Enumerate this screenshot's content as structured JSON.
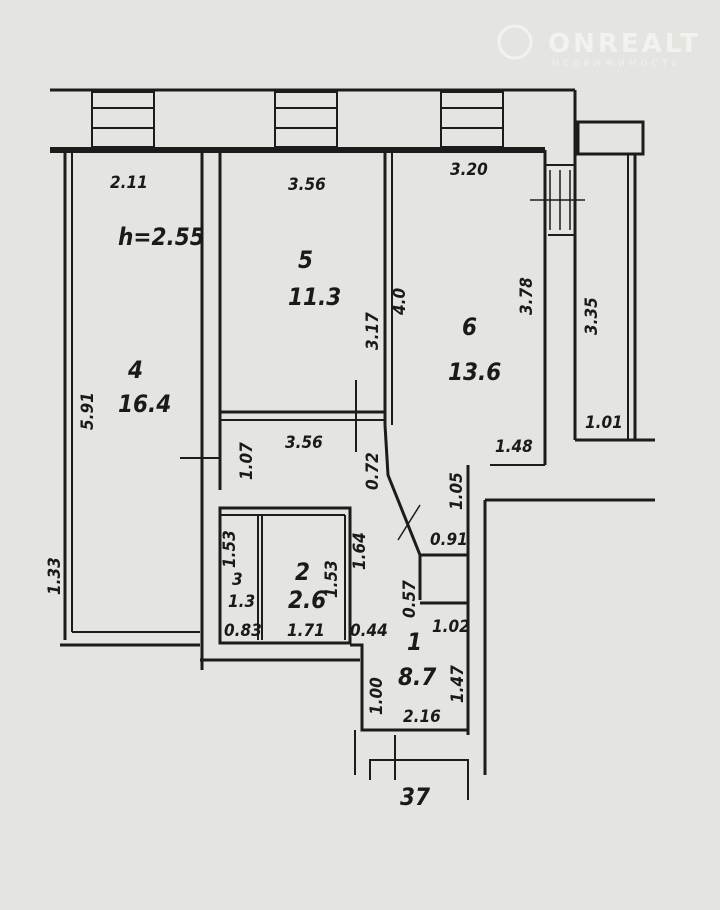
{
  "watermark": {
    "brand": "ONREALT",
    "subtitle": "НЕДВИЖИМОСТЬ"
  },
  "ceiling_height": "h=2.55",
  "rooms": [
    {
      "number": "4",
      "area": "16.4"
    },
    {
      "number": "5",
      "area": "11.3"
    },
    {
      "number": "6",
      "area": "13.6"
    },
    {
      "number": "2",
      "area": "2.6"
    },
    {
      "number": "3",
      "area": "1.3"
    },
    {
      "number": "1",
      "area": "8.7"
    }
  ],
  "dimensions": {
    "d_2_11": "2.11",
    "d_3_56_top": "3.56",
    "d_3_20": "3.20",
    "d_5_91": "5.91",
    "d_3_17": "3.17",
    "d_4_0": "4.0",
    "d_3_78": "3.78",
    "d_3_35": "3.35",
    "d_1_01": "1.01",
    "d_1_48": "1.48",
    "d_3_56_mid": "3.56",
    "d_0_72": "0.72",
    "d_1_07": "1.07",
    "d_1_05": "1.05",
    "d_0_91": "0.91",
    "d_1_53_a": "1.53",
    "d_1_53_b": "1.53",
    "d_1_64": "1.64",
    "d_0_57": "0.57",
    "d_0_83": "0.83",
    "d_1_71": "1.71",
    "d_0_44": "0.44",
    "d_1_02": "1.02",
    "d_1_47": "1.47",
    "d_1_00": "1.00",
    "d_2_16": "2.16",
    "d_1_33": "1.33"
  },
  "stair_label": "37"
}
